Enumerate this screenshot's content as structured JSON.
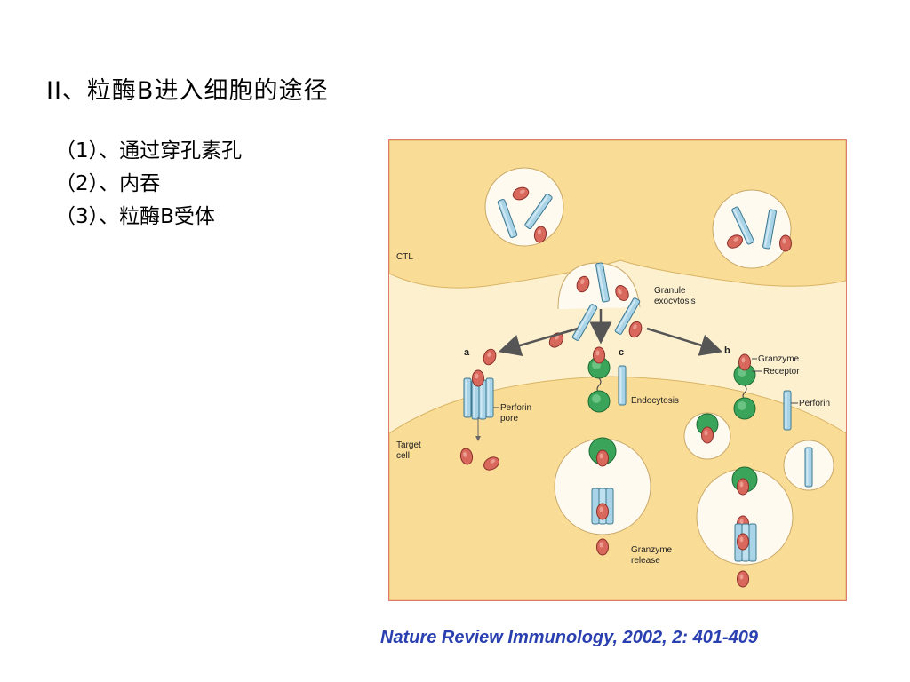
{
  "slide": {
    "title": "II、粒酶B进入细胞的途径",
    "items": [
      "（1）、通过穿孔素孔",
      "（2）、内吞",
      "（3）、粒酶B受体"
    ],
    "citation": "Nature Review Immunology, 2002, 2: 401-409"
  },
  "figure": {
    "labels": {
      "ctl": "CTL",
      "granule_exocytosis_1": "Granule",
      "granule_exocytosis_2": "exocytosis",
      "a": "a",
      "b": "b",
      "c": "c",
      "granzyme": "Granzyme",
      "receptor": "Receptor",
      "perforin_pore_1": "Perforin",
      "perforin_pore_2": "pore",
      "endocytosis": "Endocytosis",
      "perforin": "Perforin",
      "target_1": "Target",
      "target_2": "cell",
      "granzyme_release_1": "Granzyme",
      "granzyme_release_2": "release"
    },
    "colors": {
      "background": "#fdf0cf",
      "cell": "#f9dc96",
      "vesicle": "#fffaf0",
      "perforin": "#a9d3e6",
      "granzyme": "#d9685c",
      "receptor": "#3aa55a",
      "border": "#e07a6e",
      "citation": "#2a3fb0"
    }
  }
}
